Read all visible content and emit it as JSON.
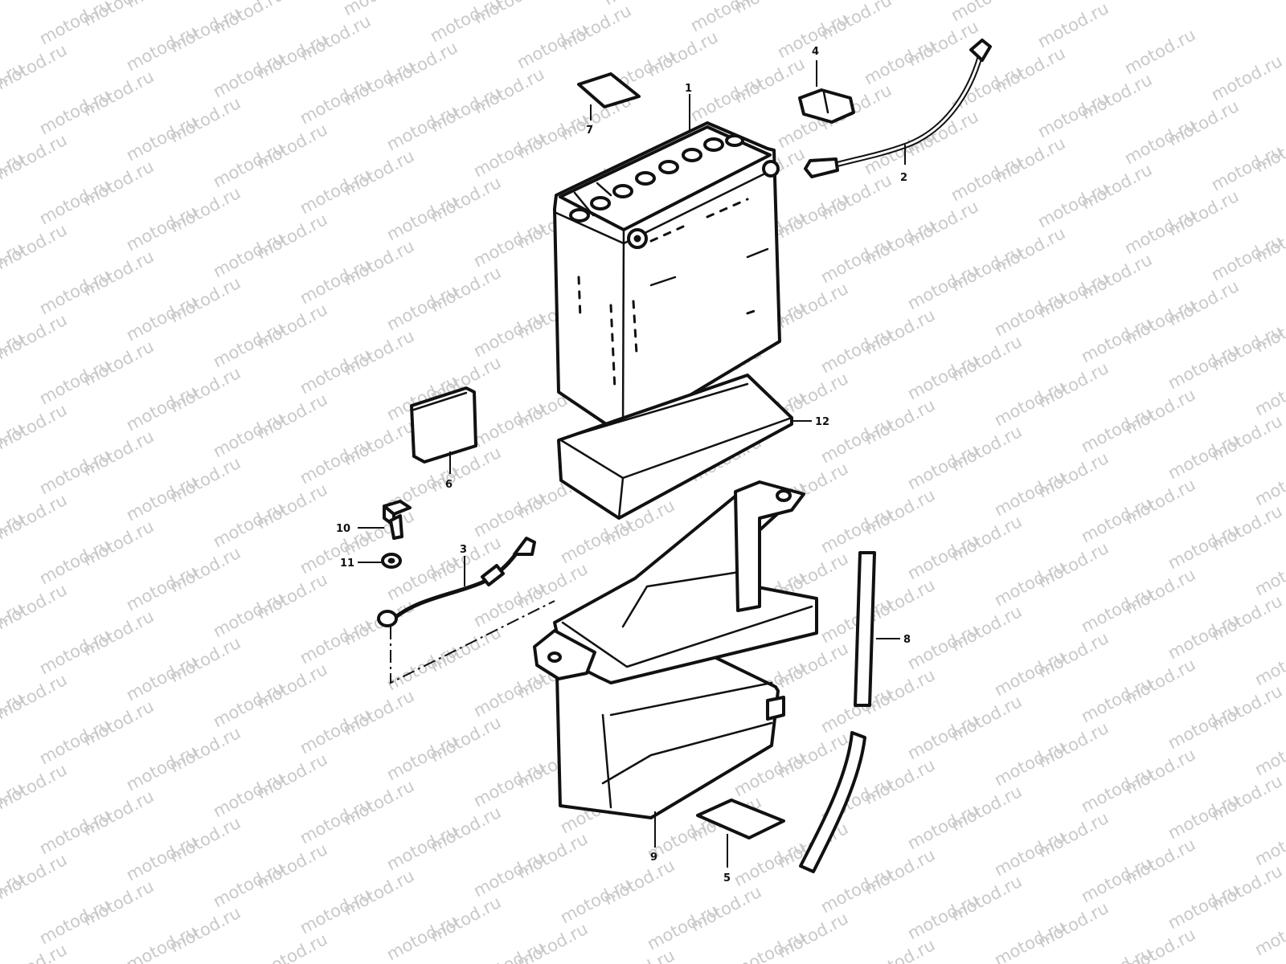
{
  "watermark": {
    "text": "motod.ru"
  },
  "callouts": [
    {
      "id": "1",
      "label": "1"
    },
    {
      "id": "2",
      "label": "2"
    },
    {
      "id": "3",
      "label": "3"
    },
    {
      "id": "4",
      "label": "4"
    },
    {
      "id": "5",
      "label": "5"
    },
    {
      "id": "6",
      "label": "6"
    },
    {
      "id": "7",
      "label": "7"
    },
    {
      "id": "8",
      "label": "8"
    },
    {
      "id": "9",
      "label": "9"
    },
    {
      "id": "10",
      "label": "10"
    },
    {
      "id": "11",
      "label": "11"
    },
    {
      "id": "12",
      "label": "12"
    }
  ],
  "colors": {
    "line": "#111111",
    "watermark": "#c9c9c9",
    "background": "#ffffff"
  }
}
